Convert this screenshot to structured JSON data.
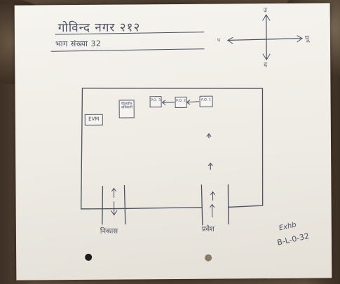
{
  "header": {
    "title": "गोविन्द नगर २१२",
    "subtitle": "भाग संख्या 32"
  },
  "compass": {
    "north": "उ",
    "south": "द",
    "east": "पू",
    "west": "प"
  },
  "booth": {
    "evm_label": "EVM",
    "officer_label": "पीठासीन अधिकारी",
    "po3_label": "P.O. 3",
    "po2_label": "P.O. 2",
    "po1_label": "P.O. 1",
    "exit_label": "निकास",
    "entry_label": "प्रवेश"
  },
  "signature": {
    "name": "Exhb",
    "date": "B-L-0-32"
  }
}
